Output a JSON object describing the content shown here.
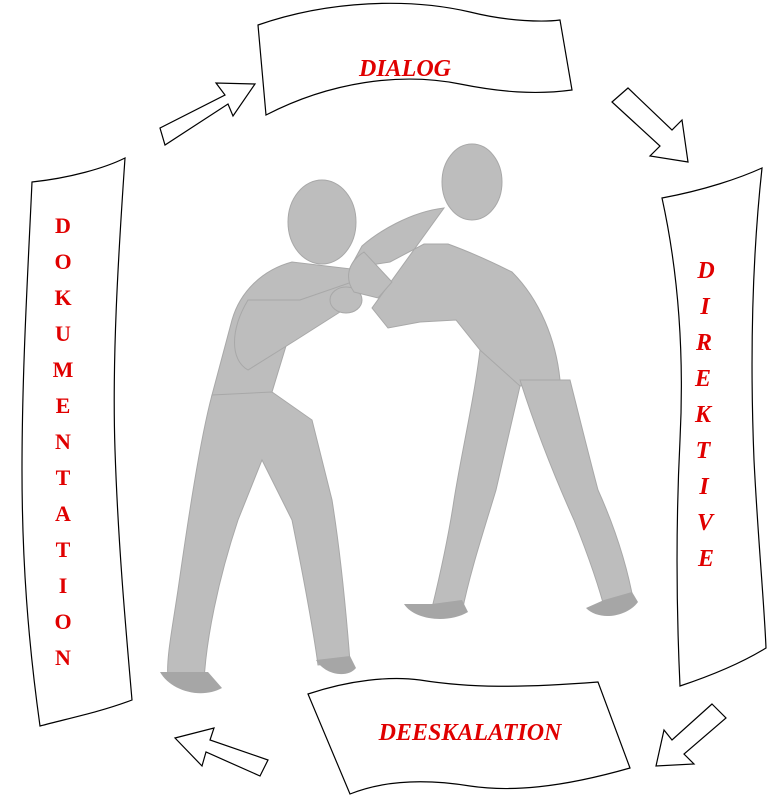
{
  "colors": {
    "label": "#e00000",
    "outline": "#000000",
    "figure": "#bdbdbd",
    "background": "#ffffff"
  },
  "banners": {
    "top": "DIALOG",
    "bottom": "DEESKALATION",
    "left": [
      "D",
      "O",
      "K",
      "U",
      "M",
      "E",
      "N",
      "T",
      "A",
      "T",
      "I",
      "O",
      "N"
    ],
    "right": [
      "D",
      "I",
      "R",
      "E",
      "K",
      "T",
      "I",
      "V",
      "E"
    ]
  },
  "illustration": {
    "icon": "two-fighters-illustration"
  }
}
